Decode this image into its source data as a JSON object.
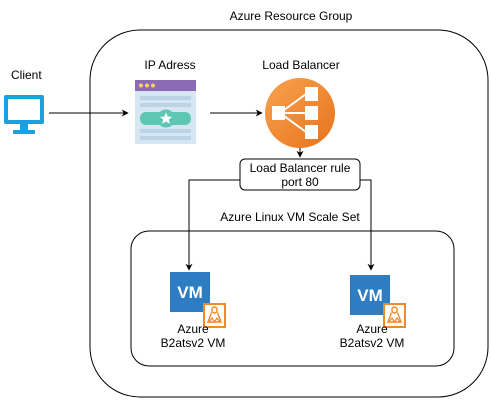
{
  "resource_group": {
    "title": "Azure Resource Group"
  },
  "client": {
    "label": "Client",
    "icon": "monitor-icon",
    "color": "#1ba1e2"
  },
  "ip_address": {
    "label": "IP Adress",
    "icon": "public-ip-icon"
  },
  "load_balancer": {
    "label": "Load Balancer",
    "icon": "load-balancer-icon",
    "color": "#f58536"
  },
  "lb_rule": {
    "line1": "Load Balancer rule",
    "line2": "port 80"
  },
  "scale_set": {
    "title": "Azure Linux VM Scale Set"
  },
  "vms": [
    {
      "badge": "VM",
      "line1": "Azure",
      "line2": "B2atsv2 VM",
      "icon": "linux-icon"
    },
    {
      "badge": "VM",
      "line1": "Azure",
      "line2": "B2atsv2 VM",
      "icon": "linux-icon"
    }
  ]
}
